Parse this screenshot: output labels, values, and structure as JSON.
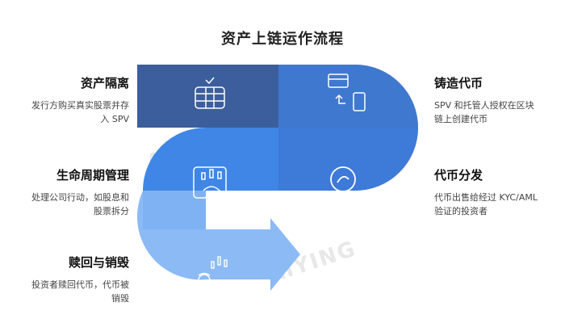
{
  "title": "资产上链运作流程",
  "steps": [
    {
      "heading": "资产隔离",
      "desc": [
        "发行方购买真实股票并存",
        "入 SPV"
      ]
    },
    {
      "heading": "铸造代币",
      "desc": [
        "SPV 和托管人授权在区块",
        "链上创建代币"
      ]
    },
    {
      "heading": "生命周期管理",
      "desc": [
        "处理公司行动，如股息和",
        "股票拆分"
      ]
    },
    {
      "heading": "代币分发",
      "desc": [
        "代币出售给经过 KYC/AML",
        "验证的投资者"
      ]
    },
    {
      "heading": "赎回与销毁",
      "desc": [
        "投资者赎回代币，代币被",
        "销毁"
      ]
    }
  ],
  "icons": [
    "database-icon",
    "card-transfer-icon",
    "candlestick-hand-icon",
    "coin-icon",
    "candlestick-person-icon"
  ],
  "watermark": "AIYING",
  "colors": {
    "band1_left": "#3c5e9c",
    "band1_right": "#3f78cf",
    "band2_right": "#3e7ad8",
    "band2_left": "#3f86e6",
    "band3": "#8cbaf5"
  }
}
